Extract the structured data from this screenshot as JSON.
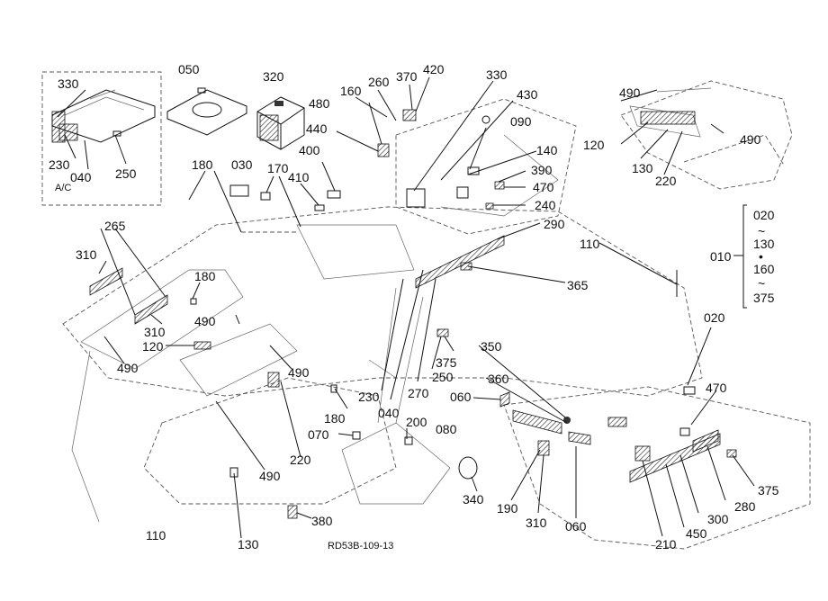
{
  "drawing": {
    "ref_code": "RD53B-109-13",
    "inset_label": "A/C",
    "range_note": {
      "top": "020",
      "tilde1": "~",
      "mid1": "130",
      "dot": "•",
      "mid2": "160",
      "tilde2": "~",
      "bottom": "375"
    },
    "group_label": "010"
  },
  "callouts": [
    {
      "id": "c330a",
      "text": "330"
    },
    {
      "id": "c050",
      "text": "050"
    },
    {
      "id": "c320",
      "text": "320"
    },
    {
      "id": "c160",
      "text": "160"
    },
    {
      "id": "c260",
      "text": "260"
    },
    {
      "id": "c370",
      "text": "370"
    },
    {
      "id": "c420",
      "text": "420"
    },
    {
      "id": "c330b",
      "text": "330"
    },
    {
      "id": "c480",
      "text": "480"
    },
    {
      "id": "c430",
      "text": "430"
    },
    {
      "id": "c440",
      "text": "440"
    },
    {
      "id": "c090",
      "text": "090"
    },
    {
      "id": "c490a",
      "text": "490"
    },
    {
      "id": "c120a",
      "text": "120"
    },
    {
      "id": "c130a",
      "text": "130"
    },
    {
      "id": "c220a",
      "text": "220"
    },
    {
      "id": "c490b",
      "text": "490"
    },
    {
      "id": "c230a",
      "text": "230"
    },
    {
      "id": "c040a",
      "text": "040"
    },
    {
      "id": "c250a",
      "text": "250"
    },
    {
      "id": "c180a",
      "text": "180"
    },
    {
      "id": "c030",
      "text": "030"
    },
    {
      "id": "c170",
      "text": "170"
    },
    {
      "id": "c410",
      "text": "410"
    },
    {
      "id": "c400",
      "text": "400"
    },
    {
      "id": "c140",
      "text": "140"
    },
    {
      "id": "c390",
      "text": "390"
    },
    {
      "id": "c470a",
      "text": "470"
    },
    {
      "id": "c240",
      "text": "240"
    },
    {
      "id": "c290",
      "text": "290"
    },
    {
      "id": "c265",
      "text": "265"
    },
    {
      "id": "c310a",
      "text": "310"
    },
    {
      "id": "c110a",
      "text": "110"
    },
    {
      "id": "c180b",
      "text": "180"
    },
    {
      "id": "c365",
      "text": "365"
    },
    {
      "id": "c310b",
      "text": "310"
    },
    {
      "id": "c490c",
      "text": "490"
    },
    {
      "id": "c120b",
      "text": "120"
    },
    {
      "id": "c020",
      "text": "020"
    },
    {
      "id": "c490d",
      "text": "490"
    },
    {
      "id": "c490e",
      "text": "490"
    },
    {
      "id": "c375a",
      "text": "375"
    },
    {
      "id": "c350",
      "text": "350"
    },
    {
      "id": "c250b",
      "text": "250"
    },
    {
      "id": "c360",
      "text": "360"
    },
    {
      "id": "c270",
      "text": "270"
    },
    {
      "id": "c230b",
      "text": "230"
    },
    {
      "id": "c040b",
      "text": "040"
    },
    {
      "id": "c060a",
      "text": "060"
    },
    {
      "id": "c470b",
      "text": "470"
    },
    {
      "id": "c180c",
      "text": "180"
    },
    {
      "id": "c200",
      "text": "200"
    },
    {
      "id": "c080",
      "text": "080"
    },
    {
      "id": "c070",
      "text": "070"
    },
    {
      "id": "c220b",
      "text": "220"
    },
    {
      "id": "c490f",
      "text": "490"
    },
    {
      "id": "c340",
      "text": "340"
    },
    {
      "id": "c190",
      "text": "190"
    },
    {
      "id": "c310c",
      "text": "310"
    },
    {
      "id": "c060b",
      "text": "060"
    },
    {
      "id": "c210",
      "text": "210"
    },
    {
      "id": "c450",
      "text": "450"
    },
    {
      "id": "c300",
      "text": "300"
    },
    {
      "id": "c280",
      "text": "280"
    },
    {
      "id": "c375b",
      "text": "375"
    },
    {
      "id": "c380",
      "text": "380"
    },
    {
      "id": "c110b",
      "text": "110"
    },
    {
      "id": "c130b",
      "text": "130"
    }
  ]
}
